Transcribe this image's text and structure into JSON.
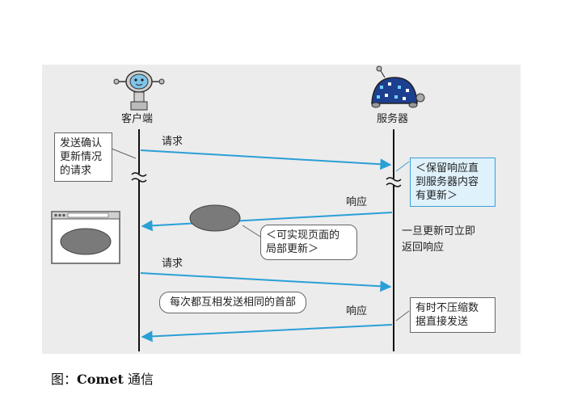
{
  "diagram": {
    "client_label": "客户端",
    "server_label": "服务器",
    "note_confirm": [
      "发送确认",
      "更新情况",
      "的请求"
    ],
    "request_1": "请求",
    "note_keep": [
      "＜保留响应直",
      "到服务器内容",
      "有更新＞"
    ],
    "response_1": "响应",
    "note_immediate": [
      "一旦更新可立即",
      "返回响应"
    ],
    "note_partial": [
      "＜可实现页面的",
      "局部更新＞"
    ],
    "request_2": "请求",
    "note_headers": "每次都互相发送相同的首部",
    "response_2": "响应",
    "note_uncompressed": [
      "有时不压缩数",
      "据直接发送"
    ],
    "colors": {
      "arrow": "#2a9fd6",
      "lifeline": "#111111",
      "blob": "#7a7a7a",
      "panel": "#ececec"
    }
  },
  "caption": {
    "prefix": "图：",
    "title": "Comet",
    "suffix": " 通信"
  }
}
